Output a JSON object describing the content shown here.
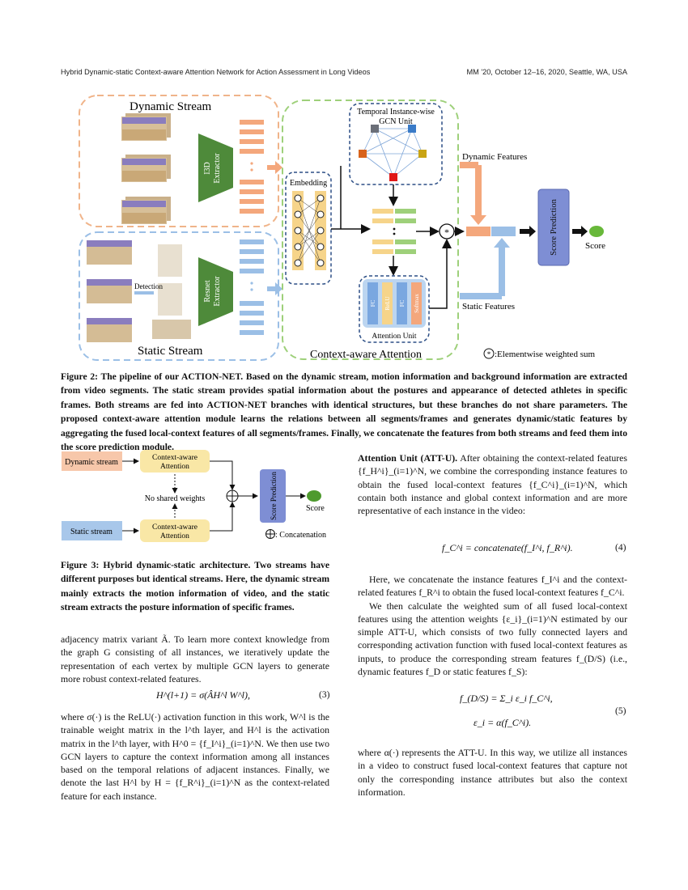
{
  "header": {
    "left": "Hybrid Dynamic-static Context-aware Attention Network for Action Assessment in Long Videos",
    "right": "MM '20, October 12–16, 2020, Seattle, WA, USA"
  },
  "figure2": {
    "dynamic_stream": "Dynamic Stream",
    "static_stream": "Static Stream",
    "i3d_line1": "I3D",
    "i3d_line2": "Extractor",
    "resnet_line1": "Resnet",
    "resnet_line2": "Extractor",
    "detection": "Detection",
    "embedding": "Embedding",
    "gcn_line1": "Temporal Instance-wise",
    "gcn_line2": "GCN Unit",
    "attention_unit": "Attention Unit",
    "att_blocks": [
      "FC",
      "ReLU",
      "FC",
      "Softmax"
    ],
    "context_attention": "Context-aware Attention",
    "dynamic_features": "Dynamic Features",
    "static_features": "Static Features",
    "score_prediction": "Score Prediction",
    "score": "Score",
    "legend": ":Elementwise weighted sum",
    "caption": "Figure 2: The pipeline of our ACTION-NET. Based on the dynamic stream, motion information and background information are extracted from video segments. The static stream provides spatial information about the postures and appearance of detected athletes in specific frames. Both streams are fed into ACTION-NET branches with identical structures, but these branches do not share parameters. The proposed context-aware attention module learns the relations between all segments/frames and generates dynamic/static features by aggregating the fused local-context features of all segments/frames. Finally, we concatenate the features from both streams and feed them into the score prediction module."
  },
  "figure3": {
    "dynamic_stream": "Dynamic stream",
    "static_stream": "Static stream",
    "cat_line1": "Context-aware",
    "cat_line2": "Attention",
    "no_shared": "No shared weights",
    "score_prediction": "Score Prediction",
    "score": "Score",
    "legend": ": Concatenation",
    "caption": "Figure 3: Hybrid dynamic-static architecture. Two streams have different purposes but identical streams. Here, the dynamic stream mainly extracts the motion information of video, and the static stream extracts the posture information of specific frames."
  },
  "left_col": {
    "para1": "adjacency matrix variant Ã. To learn more context knowledge from the graph G consisting of all instances, we iteratively update the representation of each vertex by multiple GCN layers to generate more robust context-related features.",
    "eq3": "H^(l+1) = σ(ÂH^l W^l),",
    "eq3_num": "(3)",
    "para2": "where σ(·) is the ReLU(·) activation function in this work, W^l is the trainable weight matrix in the l^th layer, and H^l is the activation matrix in the l^th layer, with H^0 = {f_I^i}_(i=1)^N. We then use two GCN layers to capture the context information among all instances based on the temporal relations of adjacent instances. Finally, we denote the last H^l by H = {f_R^i}_(i=1)^N as the context-related feature for each instance."
  },
  "right_col": {
    "heading": "Attention Unit (ATT-U).",
    "para1": "After obtaining the context-related features {f_H^i}_(i=1)^N, we combine the corresponding instance features to obtain the fused local-context features {f_C^i}_(i=1)^N, which contain both instance and global context information and are more representative of each instance in the video:",
    "eq4": "f_C^i = concatenate(f_I^i, f_R^i).",
    "eq4_num": "(4)",
    "para2": "Here, we concatenate the instance features f_I^i and the context-related features f_R^i to obtain the fused local-context features f_C^i.",
    "para3": "We then calculate the weighted sum of all fused local-context features using the attention weights {ε_i}_(i=1)^N estimated by our simple ATT-U, which consists of two fully connected layers and corresponding activation function with fused local-context features as inputs, to produce the corresponding stream features f_(D/S) (i.e., dynamic features f_D or static features f_S):",
    "eq5a": "f_(D/S) = Σ_i ε_i f_C^i,",
    "eq5b": "ε_i = α(f_C^i).",
    "eq5_num": "(5)",
    "para4": "where α(·) represents the ATT-U. In this way, we utilize all instances in a video to construct fused local-context features that capture not only the corresponding instance attributes but also the context information."
  }
}
